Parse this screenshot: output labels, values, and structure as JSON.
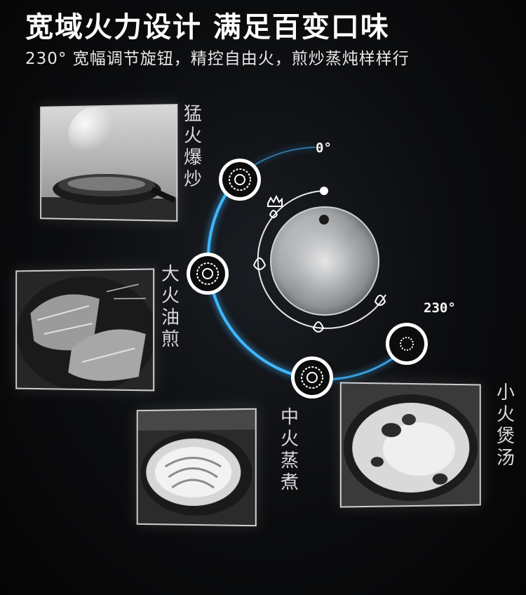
{
  "header": {
    "title": "宽域火力设计 满足百变口味",
    "subtitle": "230° 宽幅调节旋钮，精控自由火，煎炒蒸炖样样行"
  },
  "dial": {
    "min_label": "0°",
    "max_label": "230°"
  },
  "modes": [
    {
      "label": "猛火爆炒",
      "icon": "wok-stirfry-photo"
    },
    {
      "label": "大火油煎",
      "icon": "salmon-pan-fry-photo"
    },
    {
      "label": "中火蒸煮",
      "icon": "steamed-dish-photo"
    },
    {
      "label": "小火煲汤",
      "icon": "chicken-soup-photo"
    }
  ],
  "colors": {
    "glow": "#3fb6ff",
    "knob": "#b9bcbf",
    "label": "#d9d9d9"
  }
}
